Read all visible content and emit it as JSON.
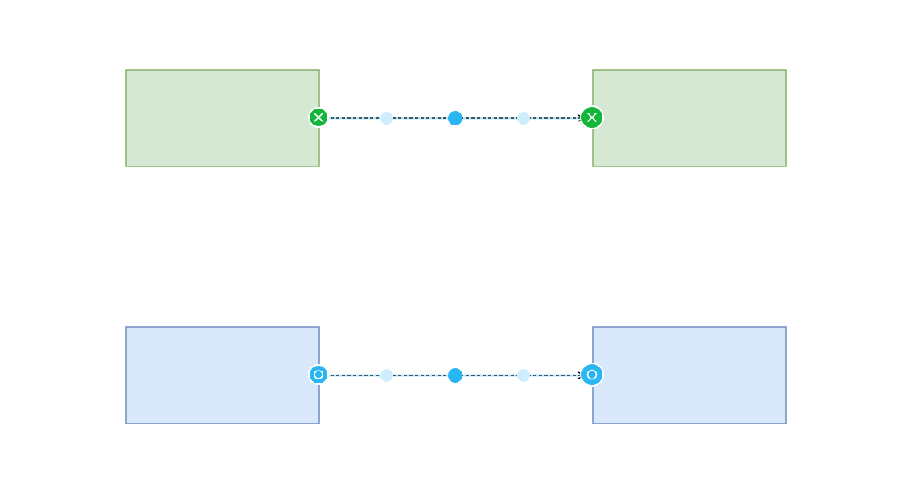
{
  "colors": {
    "green_fill": "#d5e8d4",
    "green_stroke": "#82b366",
    "blue_fill": "#dae8fc",
    "blue_stroke": "#6c8ebf",
    "connect_green": "#13b53a",
    "handle_blue": "#29b6f2",
    "handle_light": "#cfeefd",
    "edge_stroke": "#000000"
  },
  "icons": {
    "connected": "x-mark-icon",
    "connectable": "circle-icon"
  },
  "rows": [
    {
      "name": "green",
      "source": "green-source-box",
      "target": "green-target-box",
      "endpoint_icon": "connected"
    },
    {
      "name": "blue",
      "source": "blue-source-box",
      "target": "blue-target-box",
      "endpoint_icon": "connectable"
    }
  ]
}
